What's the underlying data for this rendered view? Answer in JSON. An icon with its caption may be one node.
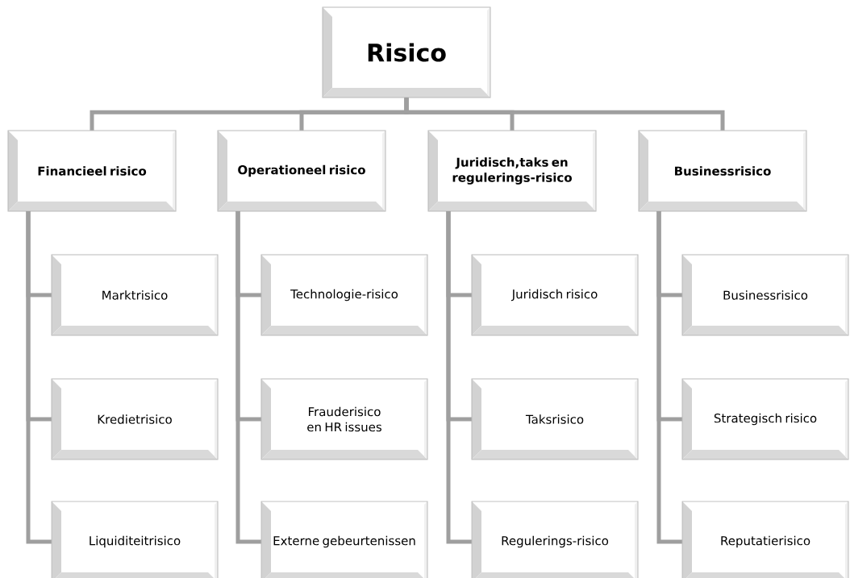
{
  "diagram": {
    "nodes": [
      {
        "text": [
          "Risico"
        ]
      },
      {
        "text": [
          "Financieel risico"
        ]
      },
      {
        "text": [
          "Operationeel risico"
        ]
      },
      {
        "text": [
          "Juridisch,taks en regulerings-risico"
        ]
      },
      {
        "text": [
          "Businessrisico"
        ]
      },
      {
        "text": [
          "Marktrisico"
        ]
      },
      {
        "text": [
          "Kredietrisico"
        ]
      },
      {
        "text": [
          "Liquiditeitrisico"
        ]
      },
      {
        "text": [
          "Technologie-risico"
        ]
      },
      {
        "text": [
          "Frauderisico en HR issues"
        ]
      },
      {
        "text": [
          "Externe gebeurtenissen"
        ]
      },
      {
        "text": [
          "Juridisch risico"
        ]
      },
      {
        "text": [
          "Taksrisico"
        ]
      },
      {
        "text": [
          "Regulerings-risico"
        ]
      },
      {
        "text": [
          "Businessrisico"
        ]
      },
      {
        "text": [
          "Strategisch risico"
        ]
      },
      {
        "text": [
          "Reputatierisico"
        ]
      }
    ],
    "edges": [
      {
        "from": 0,
        "to": 1,
        "arrow": "none"
      },
      {
        "from": 0,
        "to": 2,
        "arrow": "none"
      },
      {
        "from": 0,
        "to": 3,
        "arrow": "none"
      },
      {
        "from": 0,
        "to": 4,
        "arrow": "none"
      },
      {
        "from": 1,
        "to": 5,
        "arrow": "none"
      },
      {
        "from": 1,
        "to": 6,
        "arrow": "none"
      },
      {
        "from": 1,
        "to": 7,
        "arrow": "none"
      },
      {
        "from": 2,
        "to": 8,
        "arrow": "none"
      },
      {
        "from": 2,
        "to": 9,
        "arrow": "none"
      },
      {
        "from": 2,
        "to": 10,
        "arrow": "none"
      },
      {
        "from": 3,
        "to": 11,
        "arrow": "none"
      },
      {
        "from": 3,
        "to": 12,
        "arrow": "none"
      },
      {
        "from": 3,
        "to": 13,
        "arrow": "none"
      },
      {
        "from": 4,
        "to": 14,
        "arrow": "none"
      },
      {
        "from": 4,
        "to": 15,
        "arrow": "none"
      },
      {
        "from": 4,
        "to": 16,
        "arrow": "none"
      }
    ]
  }
}
